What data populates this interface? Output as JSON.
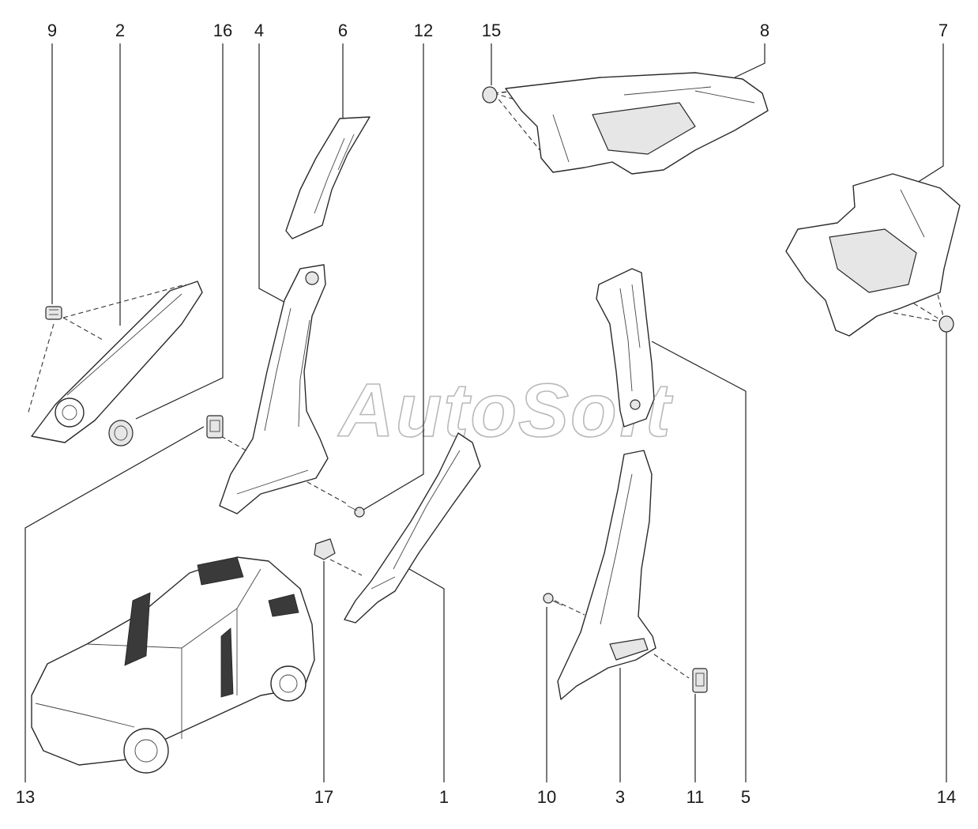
{
  "diagram": {
    "watermark": "AutoSoft",
    "callouts": {
      "c1": "1",
      "c2": "2",
      "c3": "3",
      "c4": "4",
      "c5": "5",
      "c6": "6",
      "c7": "7",
      "c8": "8",
      "c9": "9",
      "c10": "10",
      "c11": "11",
      "c12": "12",
      "c13": "13",
      "c14": "14",
      "c15": "15",
      "c16": "16",
      "c17": "17"
    }
  }
}
